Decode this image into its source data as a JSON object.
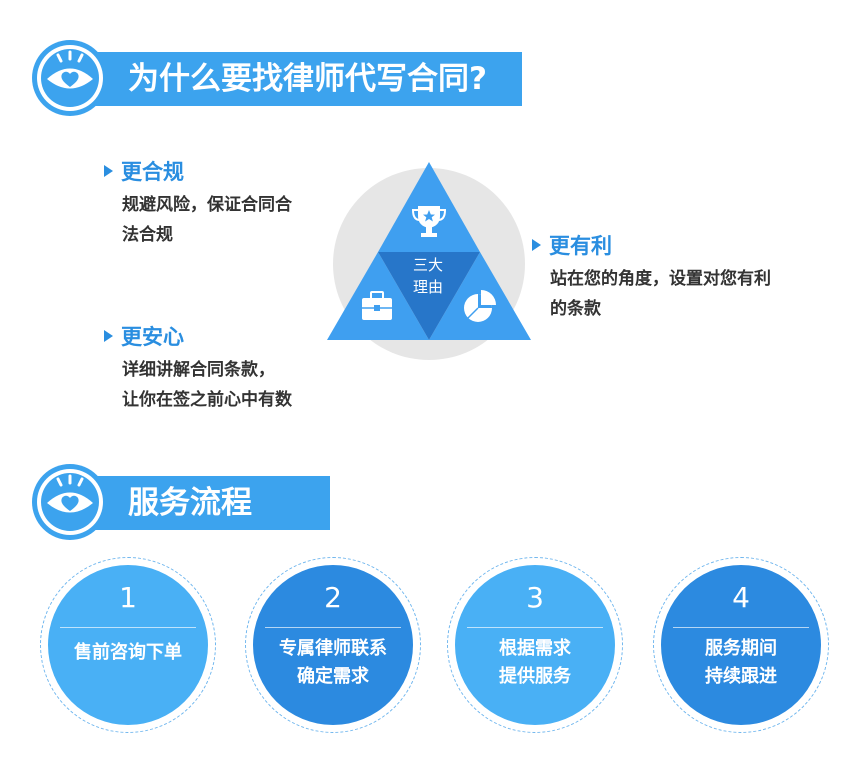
{
  "section1": {
    "title": "为什么要找律师代写合同?"
  },
  "reasons": [
    {
      "title": "更合规",
      "desc": [
        "规避风险，保证合同合",
        "法合规"
      ]
    },
    {
      "title": "更有利",
      "desc": [
        "站在您的角度，设置对您有利",
        "的条款"
      ]
    },
    {
      "title": "更安心",
      "desc": [
        "详细讲解合同条款，",
        "让你在签之前心中有数"
      ]
    }
  ],
  "diagram": {
    "center_label": [
      "三大",
      "理由"
    ],
    "icons": [
      "trophy-icon",
      "briefcase-icon",
      "pie-chart-icon"
    ]
  },
  "section2": {
    "title": "服务流程"
  },
  "steps": [
    {
      "num": "1",
      "text": [
        "售前咨询下单"
      ]
    },
    {
      "num": "2",
      "text": [
        "专属律师联系",
        "确定需求"
      ]
    },
    {
      "num": "3",
      "text": [
        "根据需求",
        "提供服务"
      ]
    },
    {
      "num": "4",
      "text": [
        "服务期间",
        "持续跟进"
      ]
    }
  ],
  "colors": {
    "accent": "#3ca3ee",
    "triangle_light": "#3f9ff0",
    "triangle_dark": "#2776c9",
    "step_light": "#49b0f5",
    "step_dark": "#2c8ae0",
    "reason_title": "#2a8ee0"
  }
}
